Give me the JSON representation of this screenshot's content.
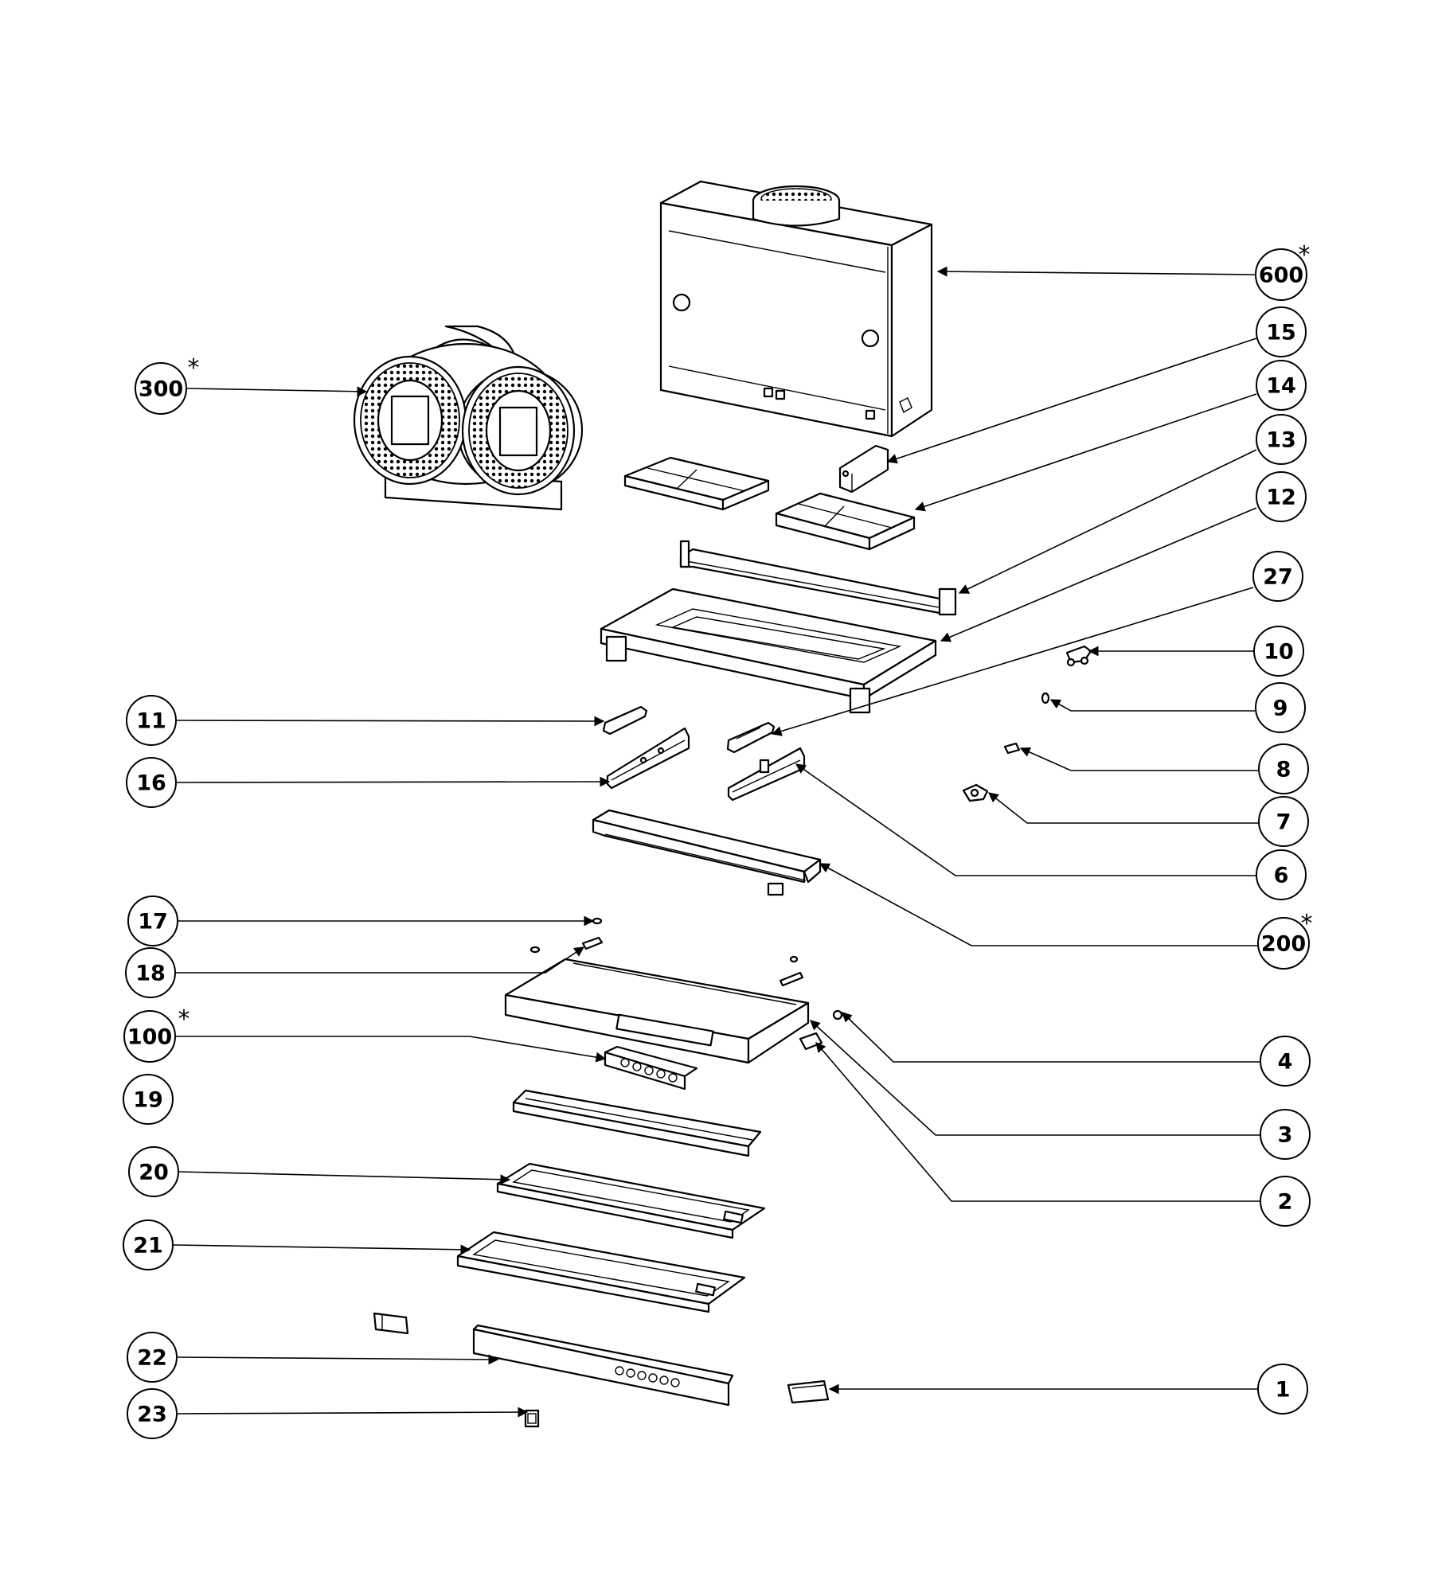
{
  "diagram": {
    "labels": [
      "600",
      "15",
      "14",
      "13",
      "12",
      "27",
      "10",
      "9",
      "8",
      "7",
      "6",
      "200",
      "4",
      "3",
      "2",
      "1",
      "300",
      "11",
      "16",
      "17",
      "18",
      "100",
      "19",
      "20",
      "21",
      "22",
      "23"
    ],
    "starred": [
      "600",
      "300",
      "200",
      "100"
    ],
    "star_symbol": "*",
    "colors": {
      "line": "#000000",
      "background": "#ffffff"
    }
  }
}
